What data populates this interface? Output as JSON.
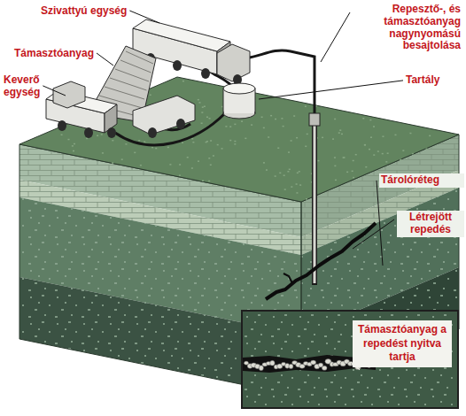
{
  "diagram": {
    "nodes": [
      {
        "text": [
          "Támasztóanyag a repedést nyitva tartja"
        ]
      }
    ],
    "labels": [
      "Szivattyú egység",
      "Támasztóanyag",
      "Keverő egység",
      "Repesztő-, és támasztóanyag nagynyomású besajtolása",
      "Tartály",
      "Tárolóréteg",
      "Létrejött repedés"
    ]
  }
}
